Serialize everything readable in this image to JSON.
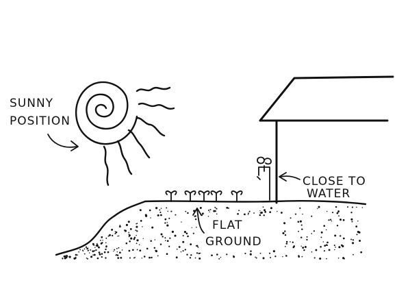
{
  "labels": {
    "sun_line1": "SUNNY",
    "sun_line2": "POSITION",
    "water_line1": "CLOSE TO",
    "water_line2": "WATER",
    "ground_line1": "FLAT",
    "ground_line2": "GROUND"
  },
  "colors": {
    "ink": "#111111",
    "paper": "#ffffff"
  }
}
